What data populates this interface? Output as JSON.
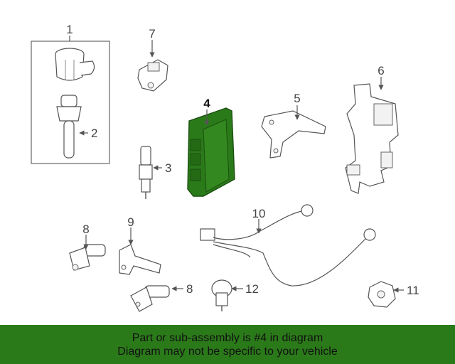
{
  "diagram": {
    "callouts": {
      "c1": "1",
      "c2": "2",
      "c3": "3",
      "c4": "4",
      "c5": "5",
      "c6": "6",
      "c7": "7",
      "c8a": "8",
      "c8b": "8",
      "c9": "9",
      "c10": "10",
      "c11": "11",
      "c12": "12"
    },
    "highlight_color": "#2b7a1a",
    "highlighted_part": "4"
  },
  "banner": {
    "line1": "Part or sub-assembly is #4 in diagram",
    "line2": "Diagram may not be specific to your vehicle",
    "background": "#2b7a1a"
  }
}
